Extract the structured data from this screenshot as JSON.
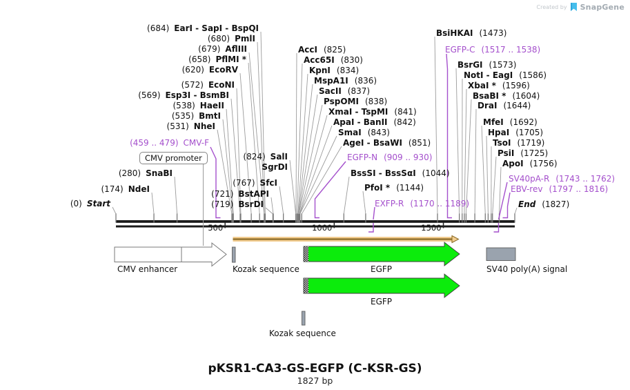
{
  "watermark": {
    "created_by": "Created by",
    "brand": "SnapGene"
  },
  "title": "pKSR1-CA3-GS-EGFP (C-KSR-GS)",
  "subtitle": "1827 bp",
  "map": {
    "length_bp": 1827,
    "ruler": [
      "500",
      "1000",
      "1500"
    ],
    "colors": {
      "primer": "#A44FCC",
      "backbone": "#1A1A1A",
      "leader": "#9B9B9B",
      "tick": "#787878",
      "green": "#0CEC0C",
      "tan": "#F2CD90",
      "tan_dark": "#8A6A25",
      "grey_box": "#9AA3AE",
      "outline": "#787878"
    }
  },
  "sites": [
    {
      "id": "earI",
      "name": "EarI - SapI - BspQI",
      "pos": "(684)",
      "bp": 684,
      "side": "L",
      "kind": "enzyme"
    },
    {
      "id": "pmlI",
      "name": "PmlI",
      "pos": "(680)",
      "bp": 680,
      "side": "L",
      "kind": "enzyme"
    },
    {
      "id": "aflIII",
      "name": "AflIII",
      "pos": "(679)",
      "bp": 679,
      "side": "L",
      "kind": "enzyme"
    },
    {
      "id": "pflMI",
      "name": "PflMI *",
      "pos": "(658)",
      "bp": 658,
      "side": "L",
      "kind": "enzyme"
    },
    {
      "id": "ecoRV",
      "name": "EcoRV",
      "pos": "(620)",
      "bp": 620,
      "side": "L",
      "kind": "enzyme"
    },
    {
      "id": "ecoNI",
      "name": "EcoNI",
      "pos": "(572)",
      "bp": 572,
      "side": "L",
      "kind": "enzyme"
    },
    {
      "id": "esp3I",
      "name": "Esp3I - BsmBI",
      "pos": "(569)",
      "bp": 569,
      "side": "L",
      "kind": "enzyme"
    },
    {
      "id": "haeII",
      "name": "HaeII",
      "pos": "(538)",
      "bp": 538,
      "side": "L",
      "kind": "enzyme"
    },
    {
      "id": "bmtI",
      "name": "BmtI",
      "pos": "(535)",
      "bp": 535,
      "side": "L",
      "kind": "enzyme"
    },
    {
      "id": "nheI",
      "name": "NheI",
      "pos": "(531)",
      "bp": 531,
      "side": "L",
      "kind": "enzyme"
    },
    {
      "id": "cmvF",
      "name": "CMV-F",
      "pos": "(459 .. 479)",
      "bp": 459,
      "side": "L",
      "kind": "primer"
    },
    {
      "id": "snaBI",
      "name": "SnaBI",
      "pos": "(280)",
      "bp": 280,
      "side": "L",
      "kind": "enzyme"
    },
    {
      "id": "ndeI",
      "name": "NdeI",
      "pos": "(174)",
      "bp": 174,
      "side": "L",
      "kind": "enzyme"
    },
    {
      "id": "start",
      "name": "Start",
      "pos": "(0)",
      "bp": 0,
      "side": "L",
      "kind": "marker"
    },
    {
      "id": "salI",
      "name": "SalI",
      "pos": "(824)",
      "bp": 824,
      "side": "L",
      "kind": "enzyme"
    },
    {
      "id": "sgrDI",
      "name": "SgrDI",
      "pos": "",
      "bp": null,
      "side": "L",
      "kind": "enzyme"
    },
    {
      "id": "sfcI",
      "name": "SfcI",
      "pos": "(767)",
      "bp": 767,
      "side": "L",
      "kind": "enzyme"
    },
    {
      "id": "bstAPI",
      "name": "BstAPI",
      "pos": "(721)",
      "bp": 721,
      "side": "L",
      "kind": "enzyme"
    },
    {
      "id": "bsrDI",
      "name": "BsrDI",
      "pos": "(719)",
      "bp": 719,
      "side": "L",
      "kind": "enzyme"
    },
    {
      "id": "accI",
      "name": "AccI",
      "pos": "(825)",
      "bp": 825,
      "side": "M",
      "kind": "enzyme"
    },
    {
      "id": "acc65I",
      "name": "Acc65I",
      "pos": "(830)",
      "bp": 830,
      "side": "M",
      "kind": "enzyme"
    },
    {
      "id": "kpnI",
      "name": "KpnI",
      "pos": "(834)",
      "bp": 834,
      "side": "M",
      "kind": "enzyme"
    },
    {
      "id": "mspA1I",
      "name": "MspA1I",
      "pos": "(836)",
      "bp": 836,
      "side": "M",
      "kind": "enzyme"
    },
    {
      "id": "sacII",
      "name": "SacII",
      "pos": "(837)",
      "bp": 837,
      "side": "M",
      "kind": "enzyme"
    },
    {
      "id": "pspOMI",
      "name": "PspOMI",
      "pos": "(838)",
      "bp": 838,
      "side": "M",
      "kind": "enzyme"
    },
    {
      "id": "xmaI",
      "name": "XmaI - TspMI",
      "pos": "(841)",
      "bp": 841,
      "side": "M",
      "kind": "enzyme"
    },
    {
      "id": "apaI",
      "name": "ApaI - BanII",
      "pos": "(842)",
      "bp": 842,
      "side": "M",
      "kind": "enzyme"
    },
    {
      "id": "smaI",
      "name": "SmaI",
      "pos": "(843)",
      "bp": 843,
      "side": "M",
      "kind": "enzyme"
    },
    {
      "id": "ageI",
      "name": "AgeI - BsaWI",
      "pos": "(851)",
      "bp": 851,
      "side": "M",
      "kind": "enzyme"
    },
    {
      "id": "egfpN",
      "name": "EGFP-N",
      "pos": "(909 .. 930)",
      "bp": 909,
      "side": "M",
      "kind": "primer"
    },
    {
      "id": "bssSI",
      "name": "BssSI - BssSαI",
      "pos": "(1044)",
      "bp": 1044,
      "side": "M",
      "kind": "enzyme"
    },
    {
      "id": "pfoI",
      "name": "PfoI *",
      "pos": "(1144)",
      "bp": 1144,
      "side": "M",
      "kind": "enzyme"
    },
    {
      "id": "exfpR",
      "name": "EXFP-R",
      "pos": "(1170 .. 1189)",
      "bp": 1170,
      "side": "M",
      "kind": "primer"
    },
    {
      "id": "bsiHKAI",
      "name": "BsiHKAI",
      "pos": "(1473)",
      "bp": 1473,
      "side": "R",
      "kind": "enzyme"
    },
    {
      "id": "egfpC",
      "name": "EGFP-C",
      "pos": "(1517 .. 1538)",
      "bp": 1517,
      "side": "R",
      "kind": "primer"
    },
    {
      "id": "bsrGI",
      "name": "BsrGI",
      "pos": "(1573)",
      "bp": 1573,
      "side": "R",
      "kind": "enzyme"
    },
    {
      "id": "notI",
      "name": "NotI - EagI",
      "pos": "(1586)",
      "bp": 1586,
      "side": "R",
      "kind": "enzyme"
    },
    {
      "id": "xbaI",
      "name": "XbaI *",
      "pos": "(1596)",
      "bp": 1596,
      "side": "R",
      "kind": "enzyme"
    },
    {
      "id": "bsaBI",
      "name": "BsaBI *",
      "pos": "(1604)",
      "bp": 1604,
      "side": "R",
      "kind": "enzyme"
    },
    {
      "id": "draI",
      "name": "DraI",
      "pos": "(1644)",
      "bp": 1644,
      "side": "R",
      "kind": "enzyme"
    },
    {
      "id": "mfeI",
      "name": "MfeI",
      "pos": "(1692)",
      "bp": 1692,
      "side": "R",
      "kind": "enzyme"
    },
    {
      "id": "hpaI",
      "name": "HpaI",
      "pos": "(1705)",
      "bp": 1705,
      "side": "R",
      "kind": "enzyme"
    },
    {
      "id": "tsoI",
      "name": "TsoI",
      "pos": "(1719)",
      "bp": 1719,
      "side": "R",
      "kind": "enzyme"
    },
    {
      "id": "psiI",
      "name": "PsiI",
      "pos": "(1725)",
      "bp": 1725,
      "side": "R",
      "kind": "enzyme"
    },
    {
      "id": "apoI",
      "name": "ApoI",
      "pos": "(1756)",
      "bp": 1756,
      "side": "R",
      "kind": "enzyme"
    },
    {
      "id": "sv40paR",
      "name": "SV40pA-R",
      "pos": "(1743 .. 1762)",
      "bp": 1743,
      "side": "R",
      "kind": "primer"
    },
    {
      "id": "ebvRev",
      "name": "EBV-rev",
      "pos": "(1797 .. 1816)",
      "bp": 1797,
      "side": "R",
      "kind": "primer"
    },
    {
      "id": "end",
      "name": "End",
      "pos": "(1827)",
      "bp": 1827,
      "side": "R",
      "kind": "marker"
    }
  ],
  "features": [
    {
      "id": "cmv_enhancer",
      "label": "CMV enhancer"
    },
    {
      "id": "cmv_promoter",
      "label": "CMV promoter"
    },
    {
      "id": "kozak1",
      "label": "Kozak sequence"
    },
    {
      "id": "egfp1",
      "label": "EGFP"
    },
    {
      "id": "sv40",
      "label": "SV40 poly(A) signal"
    },
    {
      "id": "egfp2",
      "label": "EGFP"
    },
    {
      "id": "kozak2",
      "label": "Kozak sequence"
    }
  ]
}
